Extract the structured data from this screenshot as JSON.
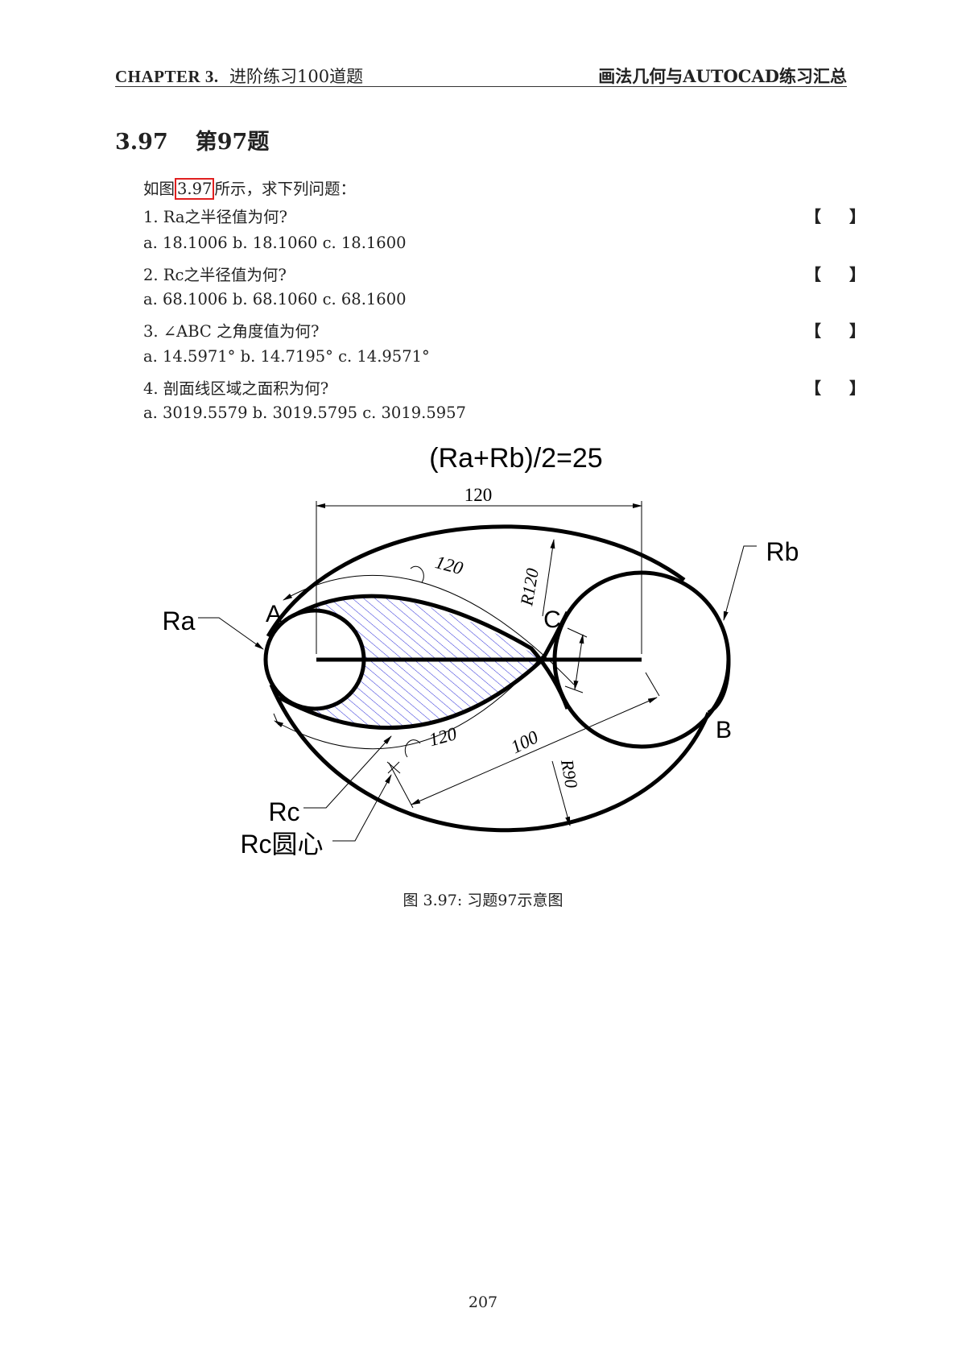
{
  "header": {
    "chapter": "CHAPTER 3.",
    "chapter_title": "进阶练习100道题",
    "book_title": "画法几何与AUTOCAD练习汇总"
  },
  "section": {
    "number": "3.97",
    "title": "第97题"
  },
  "intro": {
    "prefix": "如图",
    "ref": "3.97",
    "suffix": "所示，求下列问题："
  },
  "questions": [
    {
      "q": "1. Ra之半径值为何?",
      "options": "a. 18.1006 b. 18.1060 c. 18.1600",
      "bracket": "【 】"
    },
    {
      "q": "2. Rc之半径值为何?",
      "options": "a. 68.1006 b. 68.1060 c. 68.1600",
      "bracket": "【 】"
    },
    {
      "q": "3. ∠ABC 之角度值为何?",
      "options": "a. 14.5971° b. 14.7195° c. 14.9571°",
      "bracket": "【 】"
    },
    {
      "q": "4. 剖面线区域之面积为何?",
      "options": "a. 3019.5579 b. 3019.5795 c. 3019.5957",
      "bracket": "【 】"
    }
  ],
  "figure": {
    "title": "(Ra+Rb)/2=25",
    "dim_top": "120",
    "arc_upper": "120",
    "arc_lower": "120",
    "r120": "R120",
    "r90": "R90",
    "dim_100": "100",
    "label_a": "A",
    "label_b": "B",
    "label_c": "C",
    "label_ra": "Ra",
    "label_rb": "Rb",
    "label_rc": "Rc",
    "label_rc_center": "Rc圆心",
    "hatch_color": "#2a2ad8",
    "caption": "图 3.97: 习题97示意图"
  },
  "page_number": "207"
}
